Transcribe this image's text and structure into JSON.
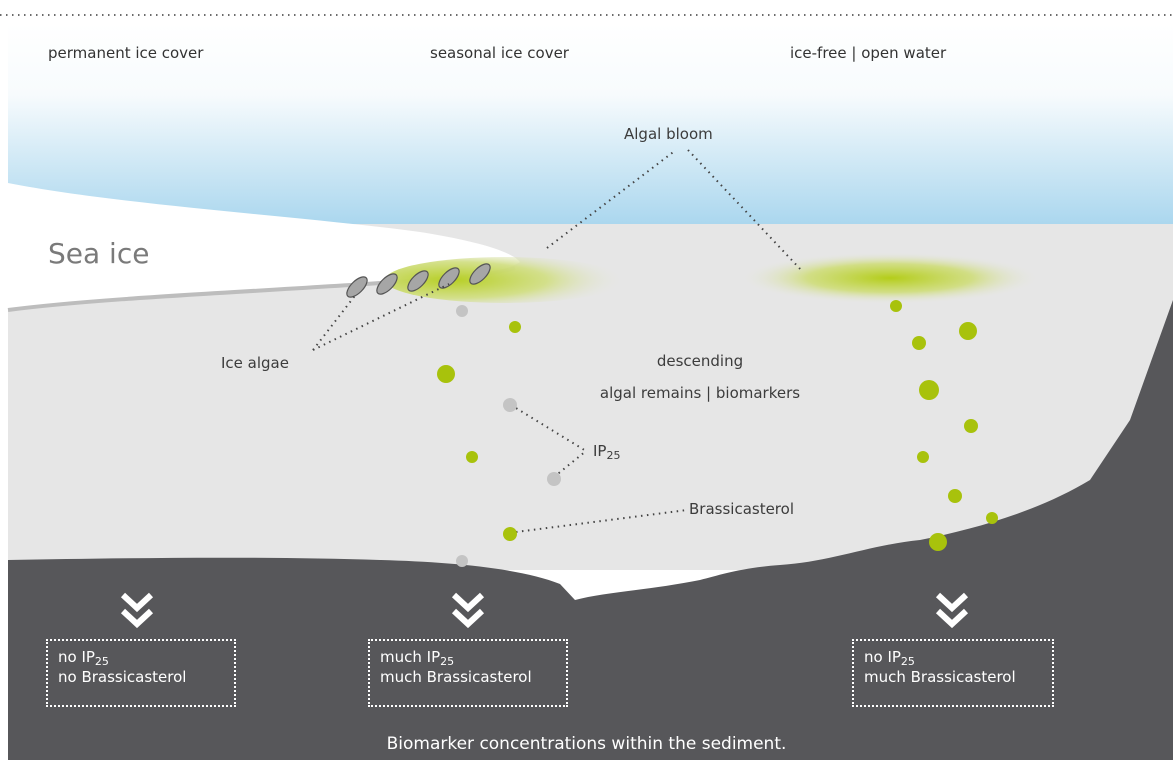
{
  "zones": {
    "permanent": "permanent ice cover",
    "seasonal": "seasonal ice cover",
    "open": "ice-free | open water"
  },
  "labels": {
    "sea_ice": "Sea ice",
    "algal_bloom": "Algal bloom",
    "ice_algae": "Ice algae",
    "descending_1": "descending",
    "descending_2": "algal remains | biomarkers",
    "ip": "IP",
    "ip_sub": "25",
    "brassicasterol": "Brassicasterol"
  },
  "sediment_boxes": [
    {
      "line1": "no IP",
      "line1_sub": "25",
      "line2": "no Brassicasterol"
    },
    {
      "line1": "much IP",
      "line1_sub": "25",
      "line2": "much Brassicasterol"
    },
    {
      "line1": "no IP",
      "line1_sub": "25",
      "line2": "much Brassicasterol"
    }
  ],
  "caption": "Biomarker concentrations within the sediment.",
  "colors": {
    "sky_top": "#ffffff",
    "sky_bottom": "#a9d6ee",
    "water": "#e6e6e6",
    "sea_ice": "#ffffff",
    "sediment": "#57575a",
    "biomarker_green": "#a8c20c",
    "ip25_grey": "#c4c4c4",
    "ice_algae_grey": "#9c9c9c"
  }
}
